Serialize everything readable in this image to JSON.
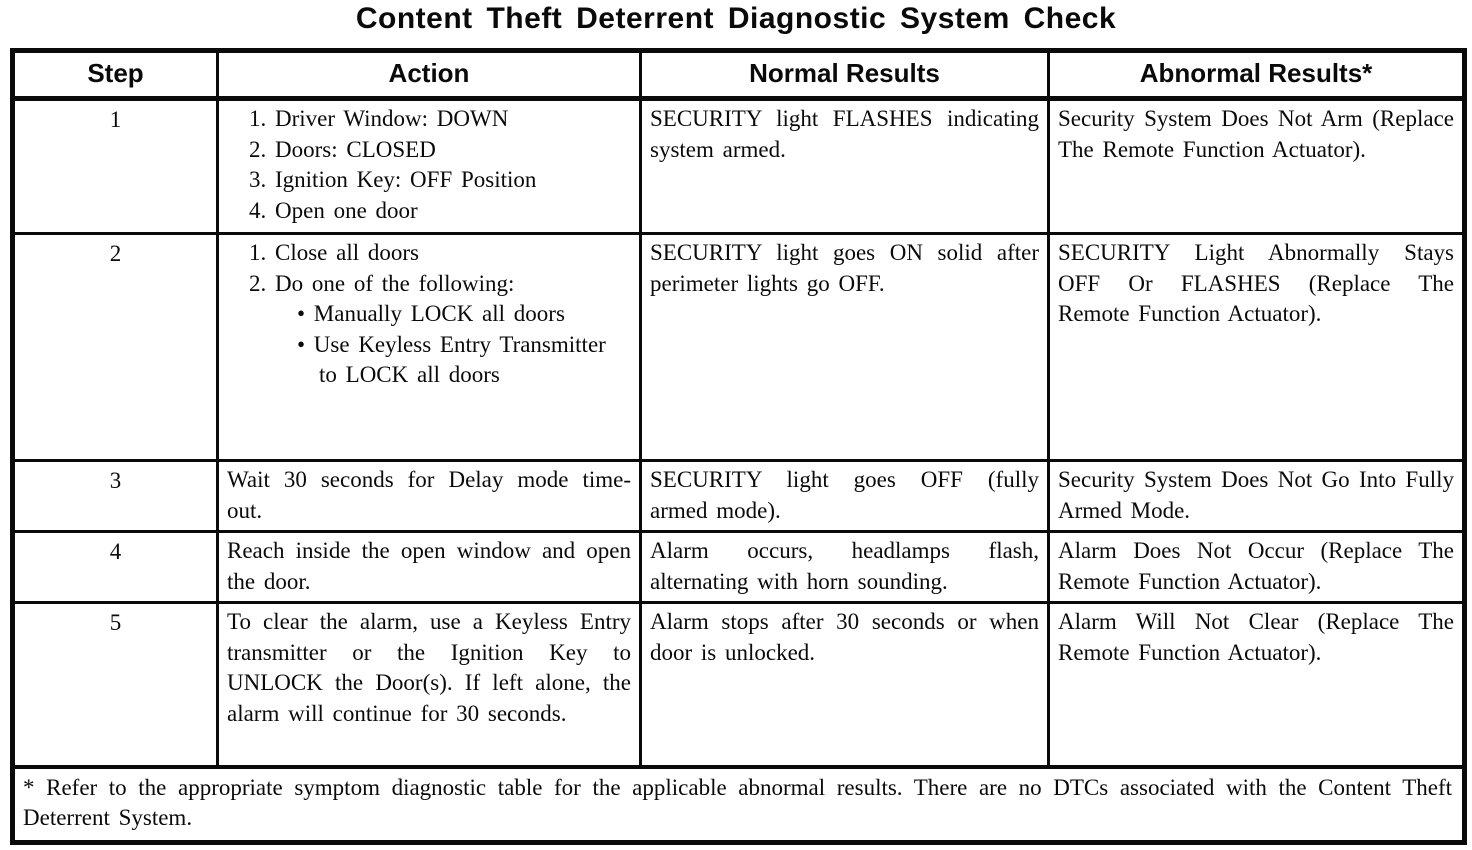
{
  "title": "Content Theft Deterrent Diagnostic System Check",
  "table": {
    "headers": [
      "Step",
      "Action",
      "Normal Results",
      "Abnormal Results*"
    ],
    "rows": [
      {
        "step": "1",
        "action_lines": [
          "1. Driver Window: DOWN",
          "2. Doors: CLOSED",
          "3. Ignition Key: OFF Position",
          "4. Open one door"
        ],
        "normal": "SECURITY light FLASHES indicating system armed.",
        "abnormal": "Security System Does Not Arm (Replace The Remote Function Actuator)."
      },
      {
        "step": "2",
        "action_lines": [
          "1. Close all doors",
          "2. Do one of the following:"
        ],
        "action_bullets": [
          "• Manually LOCK all doors",
          "• Use Keyless Entry Transmitter to LOCK all doors"
        ],
        "normal": "SECURITY light goes ON solid after perimeter lights go OFF.",
        "abnormal": "SECURITY Light Abnormally Stays OFF Or FLASHES (Replace The Remote Function Actuator)."
      },
      {
        "step": "3",
        "action_text": "Wait 30 seconds for Delay mode time-out.",
        "normal": "SECURITY light goes OFF (fully armed mode).",
        "abnormal": "Security System Does Not Go Into Fully Armed Mode."
      },
      {
        "step": "4",
        "action_text": "Reach inside the open window and open the door.",
        "normal": "Alarm occurs, headlamps flash, alternating with horn sounding.",
        "abnormal": "Alarm Does Not Occur (Replace The Remote Function Actuator)."
      },
      {
        "step": "5",
        "action_text": "To clear the alarm, use a Keyless Entry transmitter or the Ignition Key to UNLOCK the Door(s). If left alone, the alarm will continue for 30 seconds.",
        "normal": "Alarm stops after 30 seconds or when door is unlocked.",
        "abnormal": "Alarm Will Not Clear (Replace The Remote Function Actuator)."
      }
    ],
    "footnote": "* Refer to the appropriate symptom diagnostic table for the applicable abnormal results. There are no DTCs associated with the Content Theft Deterrent System."
  }
}
